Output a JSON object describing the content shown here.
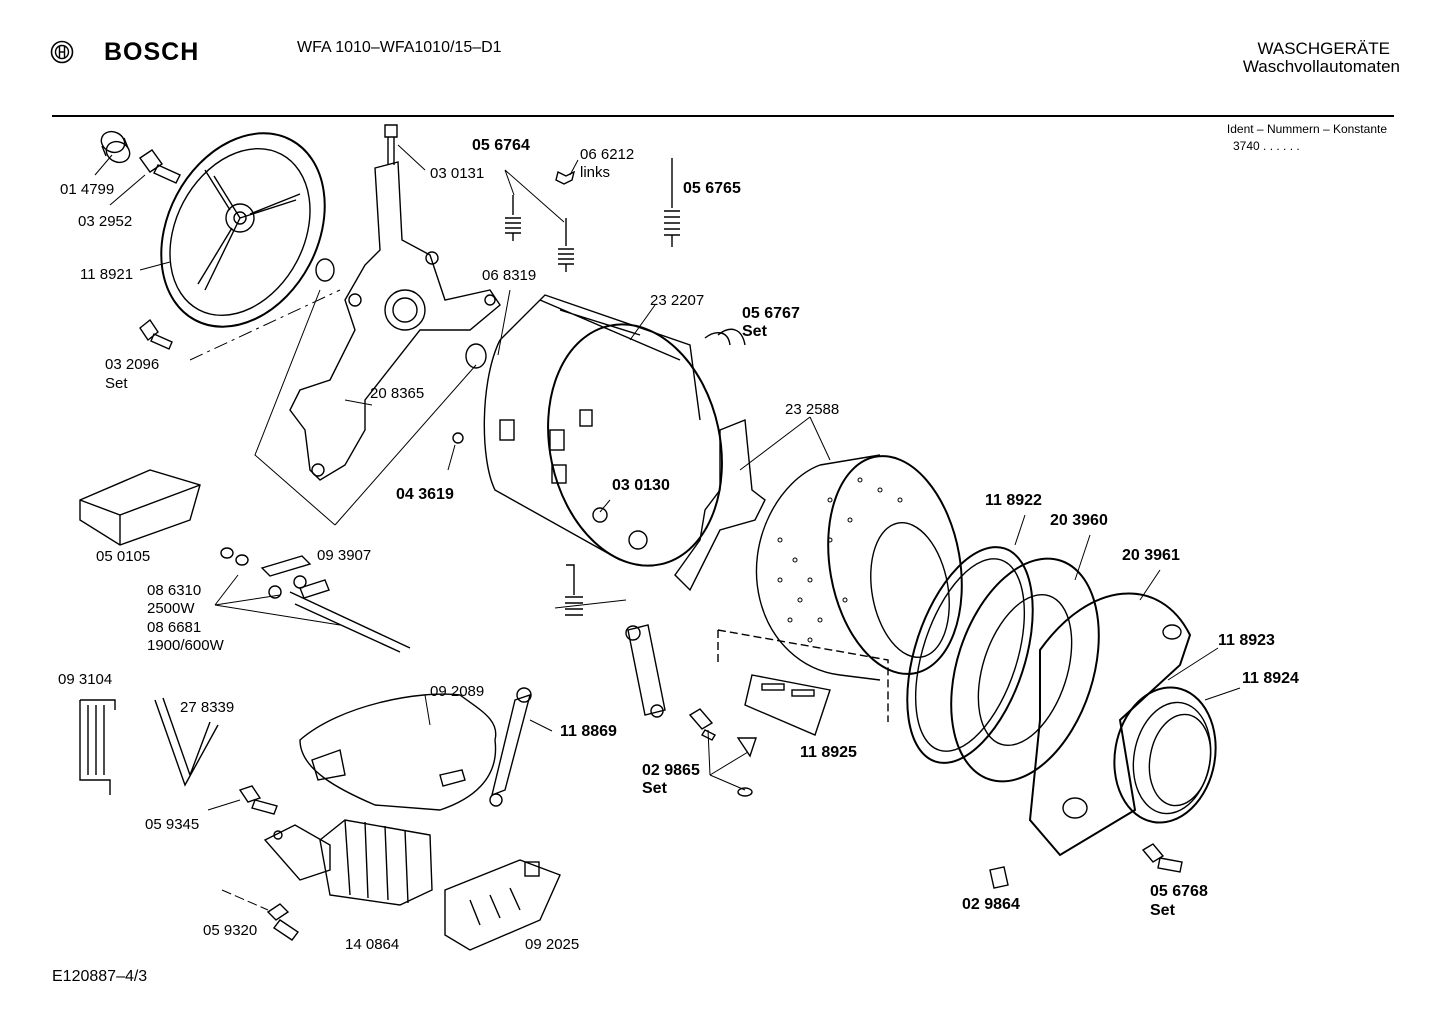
{
  "header": {
    "brand": "BOSCH",
    "model": "WFA 1010–WFA1010/15–D1",
    "category": "WASCHGERÄTE",
    "subcategory": "Waschvollautomaten",
    "ident_title": "Ident – Nummern – Konstante",
    "ident_value": "3740  .  .  .  .  .  ."
  },
  "parts": [
    {
      "id": "p01",
      "num": "01 4799",
      "note": "",
      "bold": false
    },
    {
      "id": "p02",
      "num": "03 2952",
      "note": "",
      "bold": false
    },
    {
      "id": "p03",
      "num": "11 8921",
      "note": "",
      "bold": false
    },
    {
      "id": "p04",
      "num": "03 2096",
      "note": "Set",
      "bold": false
    },
    {
      "id": "p05",
      "num": "03 0131",
      "note": "",
      "bold": false
    },
    {
      "id": "p06",
      "num": "05 6764",
      "note": "",
      "bold": true
    },
    {
      "id": "p07",
      "num": "06 6212",
      "note": "links",
      "bold": false
    },
    {
      "id": "p08",
      "num": "05 6765",
      "note": "",
      "bold": true
    },
    {
      "id": "p09",
      "num": "06 8319",
      "note": "",
      "bold": false
    },
    {
      "id": "p10",
      "num": "23 2207",
      "note": "",
      "bold": false
    },
    {
      "id": "p11",
      "num": "05 6767",
      "note": "Set",
      "bold": true
    },
    {
      "id": "p12",
      "num": "20 8365",
      "note": "",
      "bold": false
    },
    {
      "id": "p13",
      "num": "23 2588",
      "note": "",
      "bold": false
    },
    {
      "id": "p14",
      "num": "04 3619",
      "note": "",
      "bold": true
    },
    {
      "id": "p15",
      "num": "03 0130",
      "note": "",
      "bold": true
    },
    {
      "id": "p16",
      "num": "11 8922",
      "note": "",
      "bold": true
    },
    {
      "id": "p17",
      "num": "20 3960",
      "note": "",
      "bold": true
    },
    {
      "id": "p18",
      "num": "20 3961",
      "note": "",
      "bold": true
    },
    {
      "id": "p19",
      "num": "05 0105",
      "note": "",
      "bold": false
    },
    {
      "id": "p20",
      "num": "09 3907",
      "note": "",
      "bold": false
    },
    {
      "id": "p21",
      "num": "08 6310",
      "note": "2500W",
      "bold": false
    },
    {
      "id": "p22",
      "num": "08 6681",
      "note": "1900/600W",
      "bold": false
    },
    {
      "id": "p23",
      "num": "11 8923",
      "note": "",
      "bold": true
    },
    {
      "id": "p24",
      "num": "11 8924",
      "note": "",
      "bold": true
    },
    {
      "id": "p25",
      "num": "09 3104",
      "note": "",
      "bold": false
    },
    {
      "id": "p26",
      "num": "27 8339",
      "note": "",
      "bold": false
    },
    {
      "id": "p27",
      "num": "09 2089",
      "note": "",
      "bold": false
    },
    {
      "id": "p28",
      "num": "11 8869",
      "note": "",
      "bold": true
    },
    {
      "id": "p29",
      "num": "11 8925",
      "note": "",
      "bold": true
    },
    {
      "id": "p30",
      "num": "02 9865",
      "note": "Set",
      "bold": true
    },
    {
      "id": "p31",
      "num": "05 9345",
      "note": "",
      "bold": false
    },
    {
      "id": "p32",
      "num": "05 9320",
      "note": "",
      "bold": false
    },
    {
      "id": "p33",
      "num": "14 0864",
      "note": "",
      "bold": false
    },
    {
      "id": "p34",
      "num": "09 2025",
      "note": "",
      "bold": false
    },
    {
      "id": "p35",
      "num": "02 9864",
      "note": "",
      "bold": true
    },
    {
      "id": "p36",
      "num": "05 6768",
      "note": "Set",
      "bold": true
    }
  ],
  "footer": {
    "drawing_id": "E120887–4/3"
  }
}
